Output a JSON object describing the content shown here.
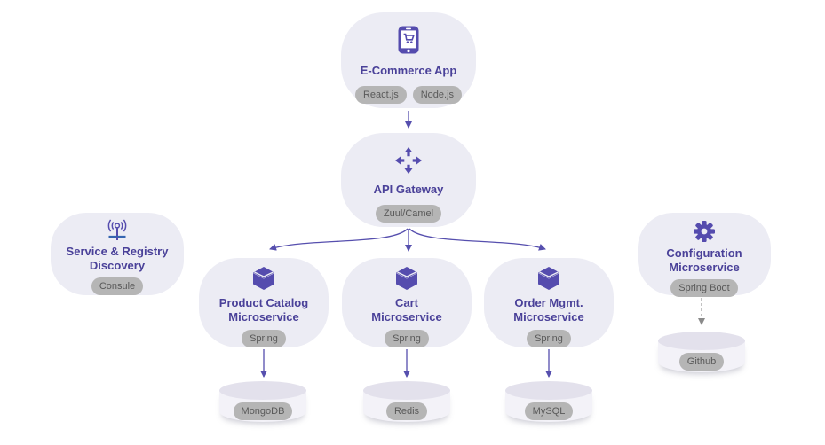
{
  "colors": {
    "background": "#ffffff",
    "node_bg": "#ececf4",
    "title_text": "#4a4199",
    "icon_purple": "#554cae",
    "antenna_base_blue": "#3565b0",
    "pill_bg": "#b5b5b5",
    "pill_text": "#595959",
    "arrow_purple": "#564fae",
    "arrow_gray_dashed": "#8a8a8a",
    "cylinder_body": "#f3f2f8",
    "cylinder_top": "#e3e1ec"
  },
  "icons": {
    "ecommerce": "mobile-shopping-cart-icon",
    "gateway": "arrows-move-icon",
    "registry": "broadcast-antenna-icon",
    "config": "gear-icon",
    "microservice": "cube-icon"
  },
  "nodes": {
    "ecommerce": {
      "title": "E-Commerce App",
      "tags": [
        "React.js",
        "Node.js"
      ]
    },
    "gateway": {
      "title": "API Gateway",
      "tags": [
        "Zuul/Camel"
      ]
    },
    "registry": {
      "title_line1": "Service & Registry",
      "title_line2": "Discovery",
      "tags": [
        "Consule"
      ]
    },
    "config": {
      "title_line1": "Configuration",
      "title_line2": "Microservice",
      "tags": [
        "Spring Boot"
      ]
    },
    "catalog": {
      "title_line1": "Product Catalog",
      "title_line2": "Microservice",
      "tags": [
        "Spring"
      ]
    },
    "cart": {
      "title_line1": "Cart",
      "title_line2": "Microservice",
      "tags": [
        "Spring"
      ]
    },
    "order": {
      "title_line1": "Order Mgmt.",
      "title_line2": "Microservice",
      "tags": [
        "Spring"
      ]
    }
  },
  "databases": {
    "mongodb": "MongoDB",
    "redis": "Redis",
    "mysql": "MySQL",
    "github": "Github"
  }
}
